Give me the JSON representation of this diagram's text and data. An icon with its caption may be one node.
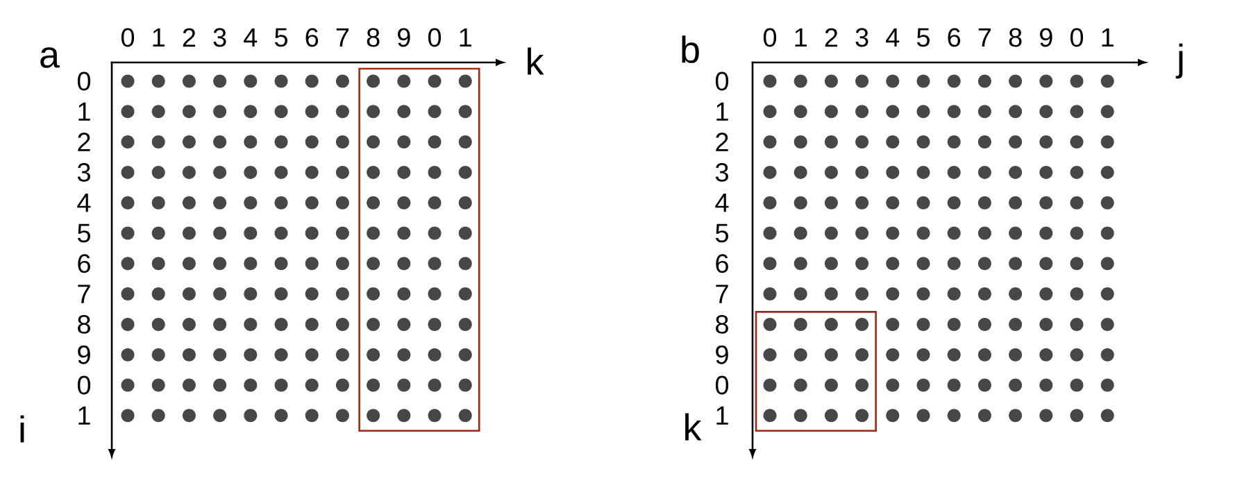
{
  "diagram": {
    "labels": [
      "a",
      "0",
      "1",
      "2",
      "3",
      "4",
      "5",
      "6",
      "7",
      "8",
      "9",
      "0",
      "1",
      "k",
      "0",
      "1",
      "2",
      "3",
      "4",
      "5",
      "6",
      "7",
      "8",
      "9",
      "0",
      "1",
      "i",
      "b",
      "0",
      "1",
      "2",
      "3",
      "4",
      "5",
      "6",
      "7",
      "8",
      "9",
      "0",
      "1",
      "j",
      "0",
      "1",
      "2",
      "3",
      "4",
      "5",
      "6",
      "7",
      "8",
      "9",
      "0",
      "1",
      "k"
    ]
  }
}
